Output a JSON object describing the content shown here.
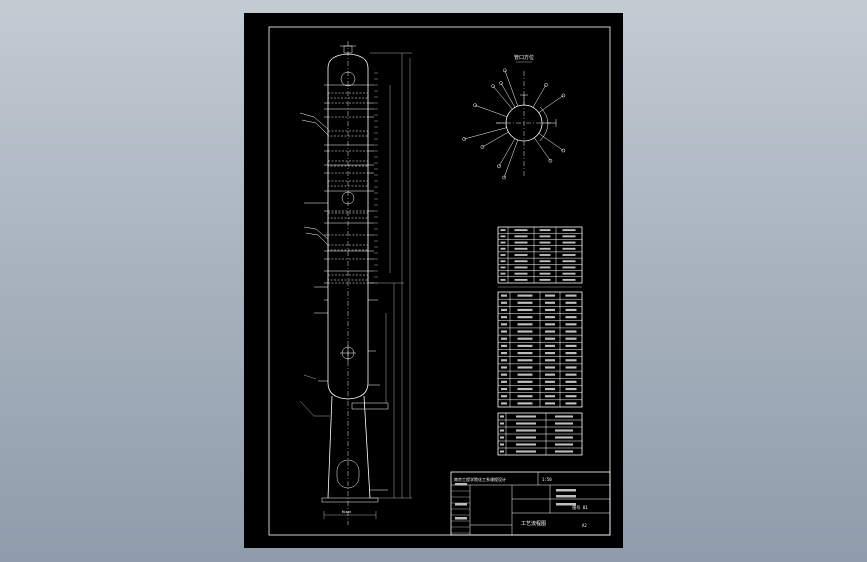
{
  "drawing": {
    "background_color": "#000000",
    "line_color": "#ffffff",
    "viewport_gradient": [
      "#c3cbd3",
      "#8f9cab"
    ],
    "orientation_view_label": "管口方位",
    "title_block": {
      "school": "南京工程学院化工系课程设计",
      "scale": "1:50",
      "sheet_no": "图号 01",
      "drawing_title": "工艺流程图",
      "sheet_size": "A2"
    }
  }
}
